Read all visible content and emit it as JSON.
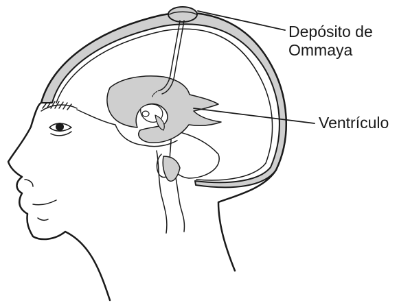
{
  "labels": {
    "ommaya_line1": "Depósito de",
    "ommaya_line2": "Ommaya",
    "ventricle": "Ventrículo"
  },
  "colors": {
    "outline": "#1a1a1a",
    "fill_gray": "#cfcfcf",
    "background": "#ffffff"
  }
}
